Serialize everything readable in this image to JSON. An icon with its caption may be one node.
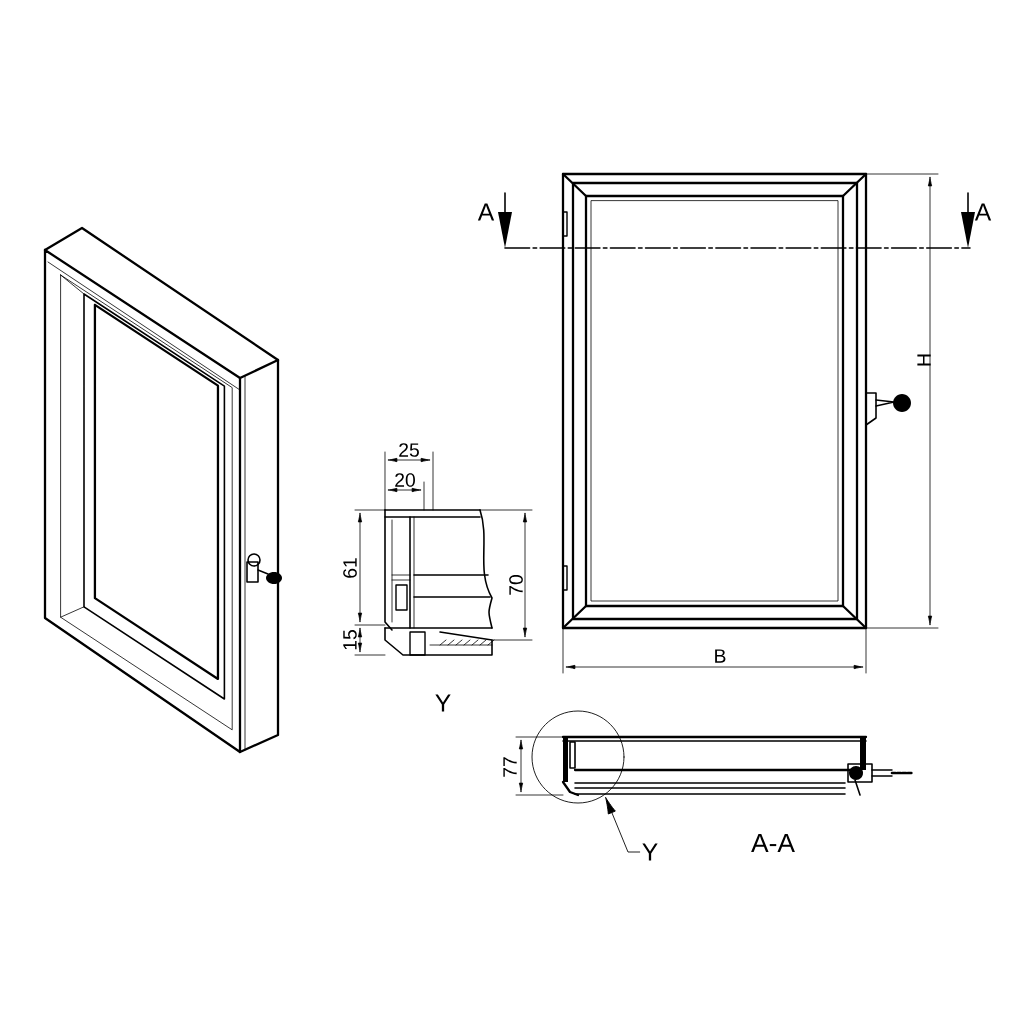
{
  "diagram": {
    "nodes": [
      {
        "text": [
          "Y"
        ]
      },
      {
        "text": [],
        "shape": "circle"
      }
    ],
    "edges": [
      {
        "from": 0,
        "to": 1,
        "arrow": "to"
      }
    ],
    "labels": [
      "A",
      "A",
      "H",
      "25",
      "20",
      "61",
      "70",
      "15",
      "B",
      "Y",
      "77",
      "A-A"
    ]
  }
}
